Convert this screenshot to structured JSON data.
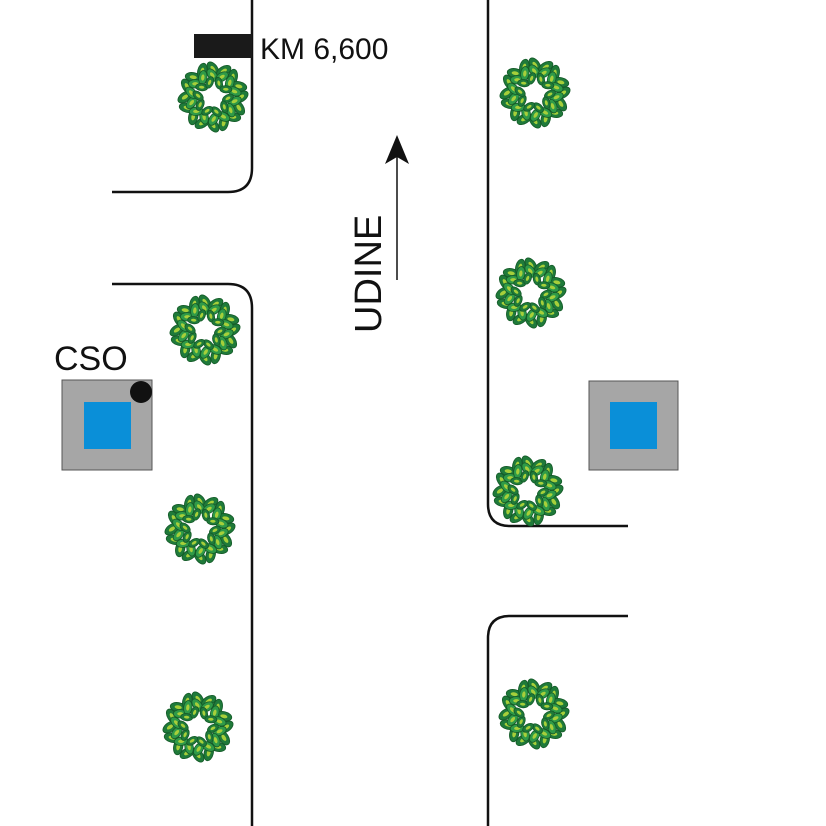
{
  "diagram": {
    "km_marker": {
      "label": "KM 6,600",
      "color": "#1a1a1a"
    },
    "direction": {
      "label": "UDINE",
      "arrow": "arrow-up-icon"
    },
    "cso": {
      "label": "CSO",
      "dot_color": "#111111"
    },
    "manhole": {
      "frame_color": "#a6a6a6",
      "water_color": "#0a8fd8"
    },
    "tree": {
      "icon": "tree-icon",
      "leaf_dark": "#1f7a3a",
      "leaf_mid": "#2f9a48",
      "leaf_light": "#a6cf3a"
    },
    "road": {
      "curb_color": "#111111"
    }
  }
}
